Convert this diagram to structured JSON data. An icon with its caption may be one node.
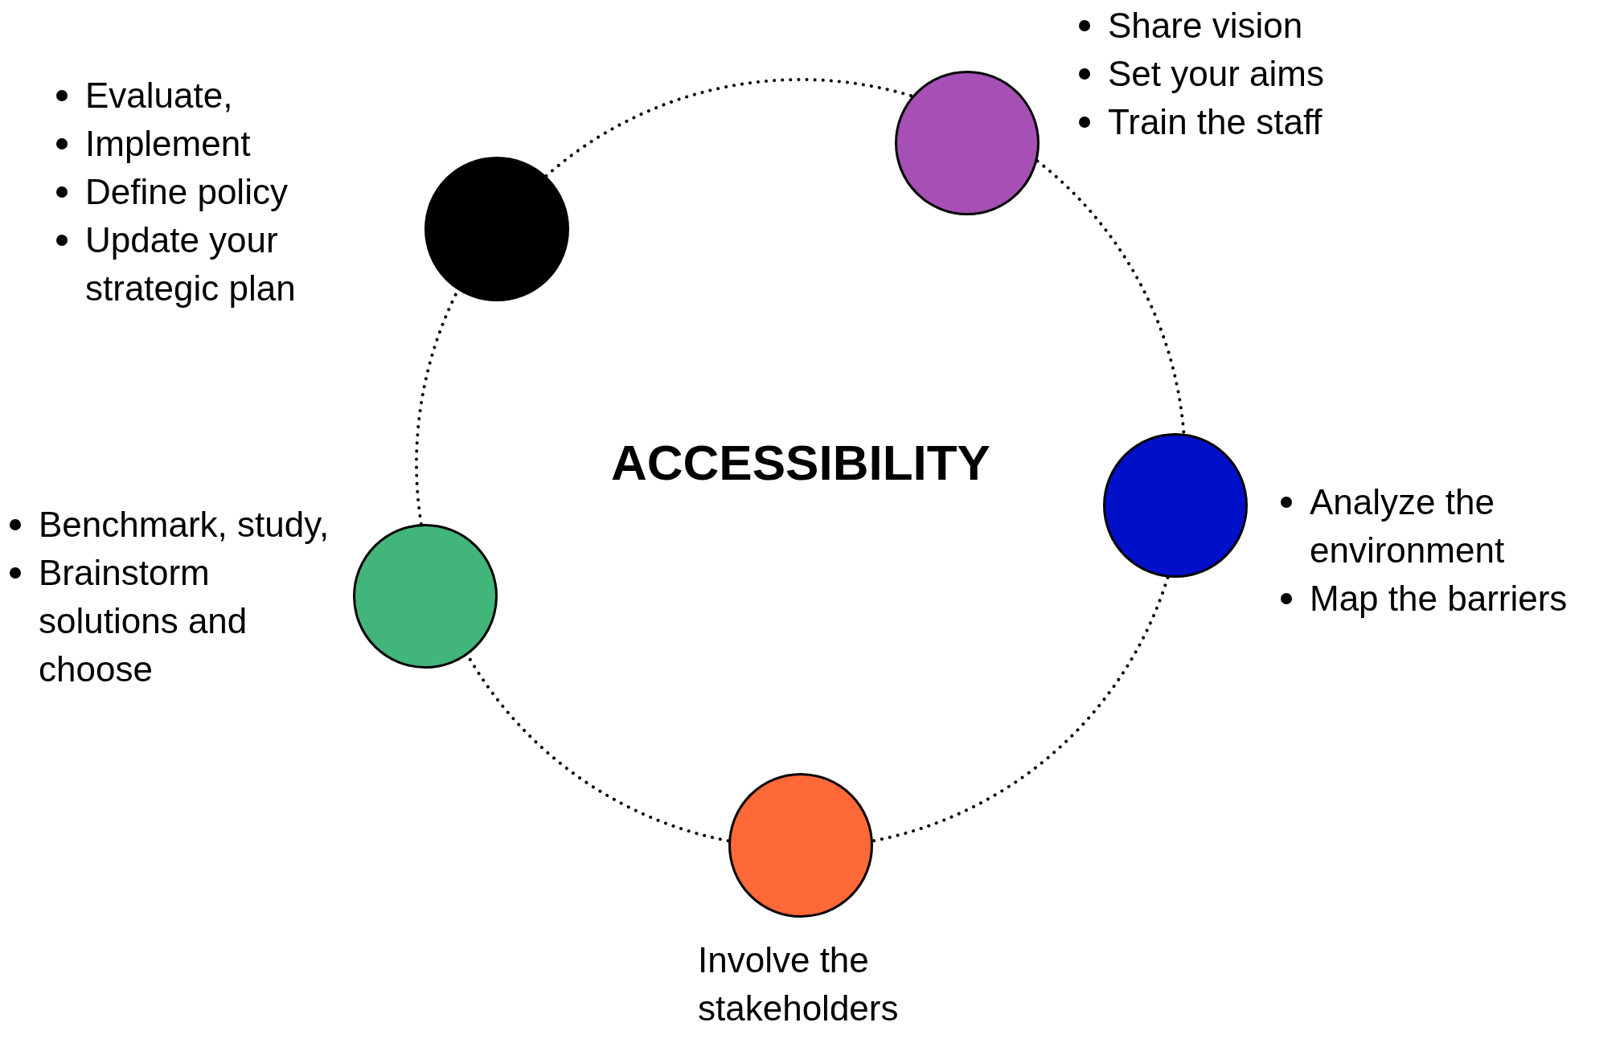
{
  "diagram": {
    "title": "ACCESSIBILITY",
    "nodes": [
      {
        "text": [],
        "shape": "circle",
        "beside": [
          "Share vision",
          "Set your aims",
          "Train the staff"
        ]
      },
      {
        "text": [],
        "shape": "circle",
        "beside": [
          "Analyze the environment",
          "Map the barriers"
        ]
      },
      {
        "text": [],
        "shape": "circle",
        "beside": [
          "Involve the stakeholders"
        ]
      },
      {
        "text": [],
        "shape": "circle",
        "beside": [
          "Benchmark, study,",
          "Brainstorm solutions and choose"
        ]
      },
      {
        "text": [],
        "shape": "circle",
        "beside": [
          "Evaluate,",
          "Implement",
          "Define policy",
          "Update your strategic plan"
        ]
      }
    ],
    "edges": [
      {
        "from": 0,
        "to": 1,
        "arrow": "none",
        "style": "dashed"
      },
      {
        "from": 1,
        "to": 2,
        "arrow": "none",
        "style": "dashed"
      },
      {
        "from": 2,
        "to": 3,
        "arrow": "none",
        "style": "dashed"
      },
      {
        "from": 3,
        "to": 4,
        "arrow": "none",
        "style": "dashed"
      },
      {
        "from": 4,
        "to": 0,
        "arrow": "none",
        "style": "dashed"
      }
    ]
  }
}
